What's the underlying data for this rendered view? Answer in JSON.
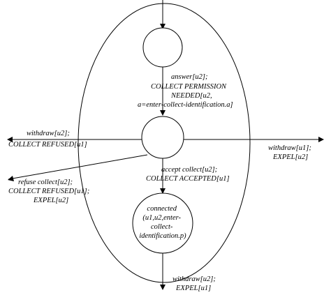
{
  "labels": {
    "answer": [
      "answer[u2];",
      "COLLECT PERMISSION",
      "NEEDED[u2,",
      "a=enter-collect-identification.a]"
    ],
    "withdraw_left": [
      "withdraw[u2];",
      "COLLECT REFUSED[u1]"
    ],
    "withdraw_right": [
      "withdraw[u1];",
      "EXPEL[u2]"
    ],
    "refuse": [
      "refuse collect[u2];",
      "COLLECT REFUSED[u1];",
      "EXPEL[u2]"
    ],
    "accept": [
      "accept collect[u2];",
      "COLLECT ACCEPTED[u1]"
    ],
    "connected": [
      "connected",
      "(u1,u2,enter-",
      "collect-",
      "identification.p)"
    ],
    "withdraw_bottom": [
      "withdraw[u2];",
      "EXPEL[u1]"
    ]
  }
}
